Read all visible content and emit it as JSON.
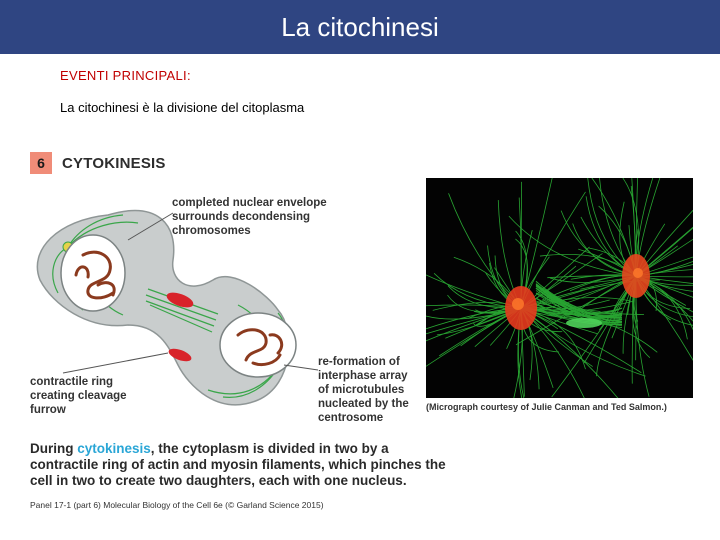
{
  "header": {
    "title": "La citochinesi"
  },
  "events_heading": "EVENTI PRINCIPALI:",
  "intro": {
    "prefix": "La citochinesi è la ",
    "emphasis": "divisione del citoplasma"
  },
  "figure": {
    "panel_number": "6",
    "panel_title": "CYTOKINESIS",
    "callouts": {
      "nuclear_envelope": [
        "completed nuclear envelope",
        "surrounds decondensing",
        "chromosomes"
      ],
      "interphase_array": [
        "re-formation of",
        "interphase array",
        "of microtubules",
        "nucleated by the",
        "centrosome"
      ],
      "contractile_ring": [
        "contractile ring",
        "creating cleavage",
        "furrow"
      ]
    },
    "micrograph_credit": "(Micrograph courtesy of Julie Canman and Ted Salmon.)",
    "caption": {
      "part1": "During ",
      "highlight": "cytokinesis",
      "part2": ", the cytoplasm is divided in two by a contractile ring of actin and myosin filaments, which pinches the cell in two to create two daughters, each with one nucleus."
    },
    "citation": "Panel 17-1 (part 6)  Molecular Biology of the Cell 6e (© Garland Science 2015)"
  },
  "colors": {
    "title_bar": "#2f4582",
    "heading_red": "#c00000",
    "cell_fill": "#c9cdcd",
    "microtubule_green": "#3aa64a",
    "chromosome_brown": "#8b3a1e",
    "ring_red": "#d8232a",
    "highlight_blue": "#2aa6d6",
    "badge_salmon": "#f08c78"
  }
}
